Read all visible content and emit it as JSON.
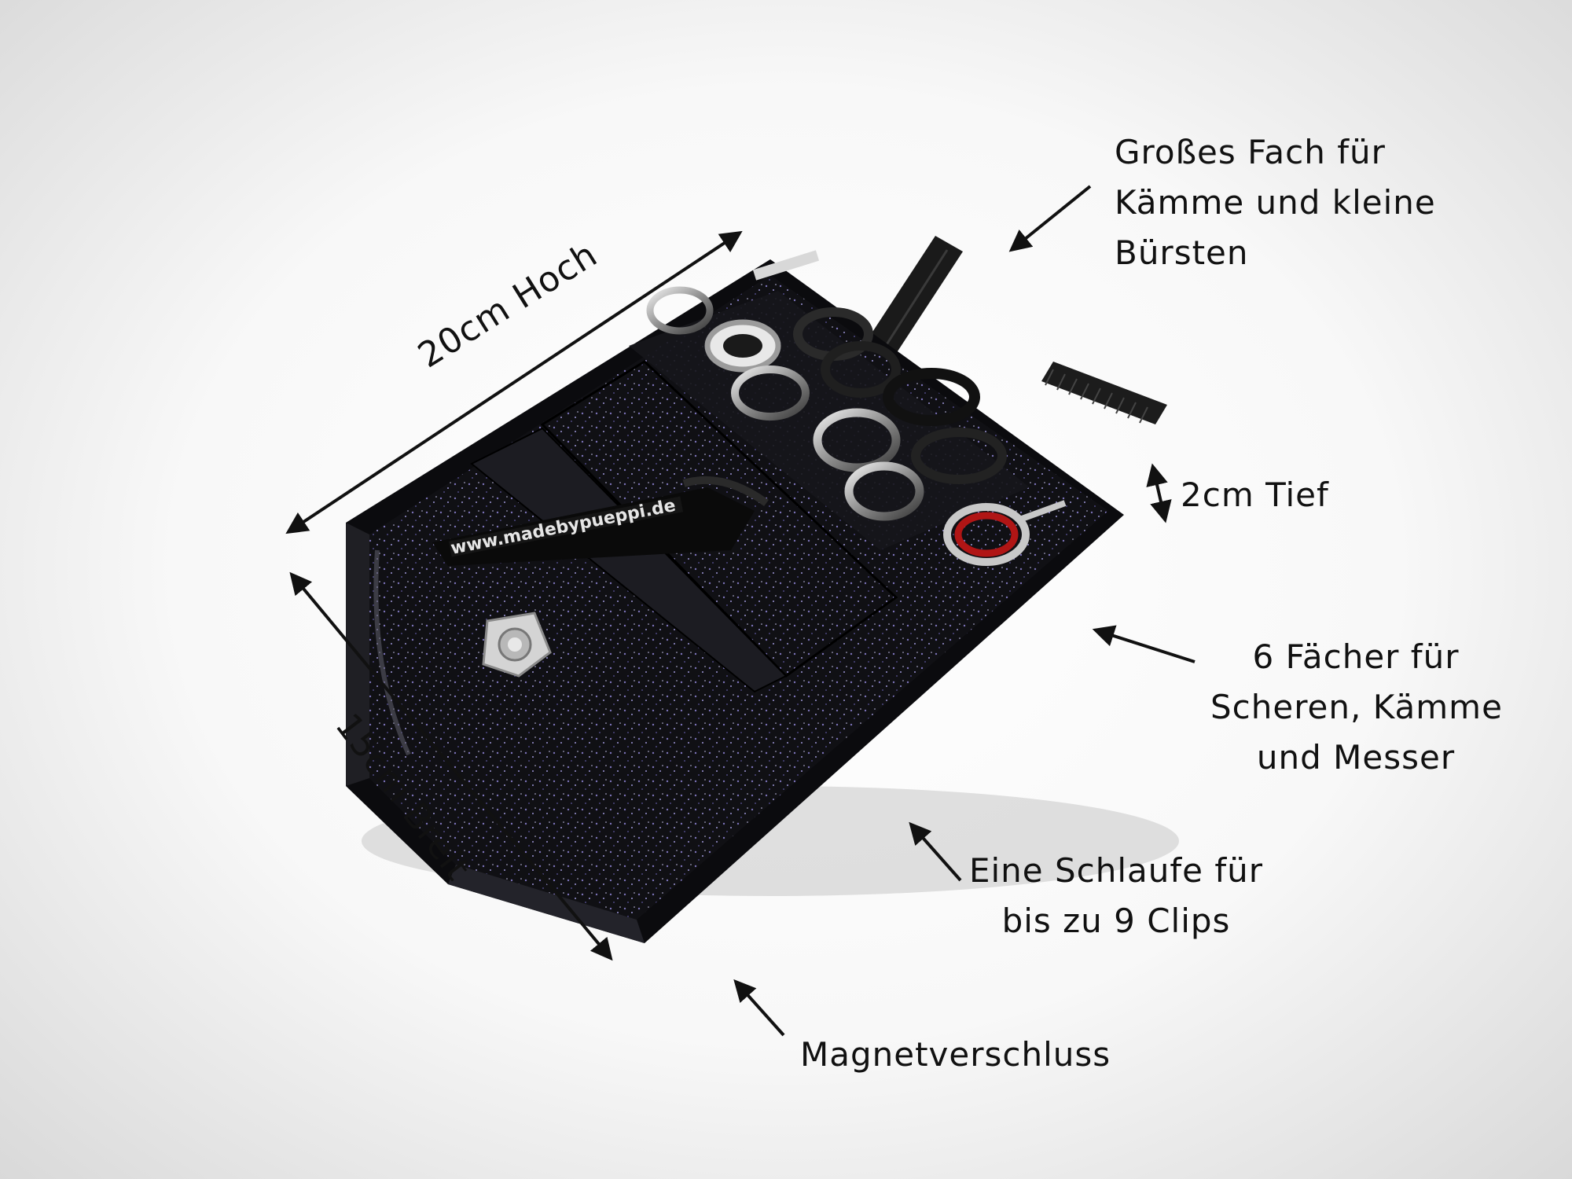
{
  "labels": {
    "compartment_large": [
      "Großes Fach für",
      "Kämme und kleine",
      "Bürsten"
    ],
    "depth": "2cm Tief",
    "compartments_six": [
      "6 Fächer für",
      "Scheren, Kämme",
      "und Messer"
    ],
    "clip_loop": [
      "Eine Schlaufe für",
      "bis zu 9 Clips"
    ],
    "magnet": "Magnetverschluss",
    "height": "20cm Hoch",
    "width": "15cm Breit"
  },
  "clip_logo_text": "www.madebypueppi.de",
  "colors": {
    "background": "#f6f6f6",
    "pouch": "#0e0e12",
    "glitter": "#7b72b8",
    "accent_red": "#b01515",
    "text": "#111111"
  }
}
